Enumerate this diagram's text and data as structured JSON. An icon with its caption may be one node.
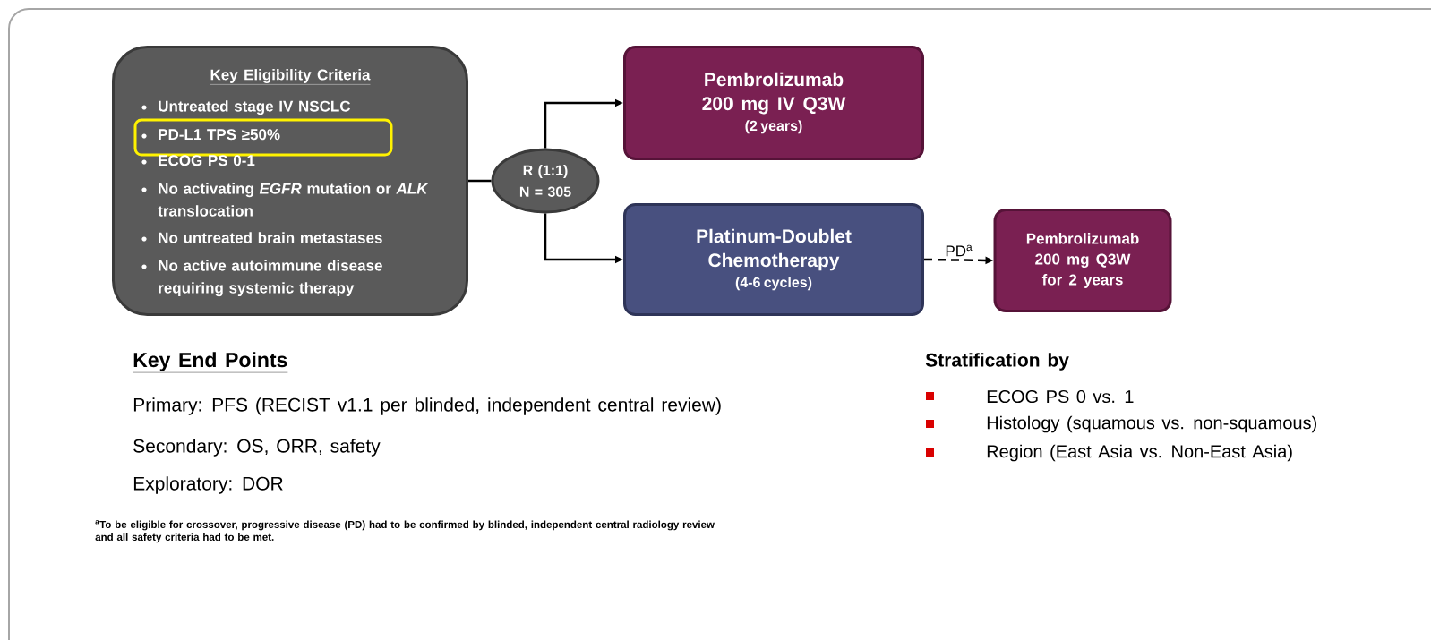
{
  "diagram": {
    "nodes": [
      {
        "text": [
          "Key Eligibility Criteria",
          "Untreated stage IV NSCLC",
          "PD-L1 TPS ≥50%",
          "ECOG PS 0-1",
          "No activating *EGFR* mutation or *ALK* translocation",
          "No untreated brain metastases",
          "No active autoimmune disease requiring systemic therapy"
        ]
      },
      {
        "text": [
          "R (1:1) N = 305"
        ]
      },
      {
        "text": [
          "Pembrolizumab 200 mg IV Q3W",
          "(2 years)"
        ]
      },
      {
        "text": [
          "Platinum-Doublet Chemotherapy",
          "(4-6 cycles)"
        ]
      },
      {
        "text": [
          "Pembrolizumab 200 mg Q3W for 2 years"
        ]
      }
    ],
    "edges": [
      {
        "from": 0,
        "to": 1,
        "arrow": "none"
      },
      {
        "from": 1,
        "to": 2,
        "arrow": "to"
      },
      {
        "from": 1,
        "to": 3,
        "arrow": "to"
      },
      {
        "from": 3,
        "to": 4,
        "arrow": "to",
        "style": "dashed",
        "label": "PD$^{a}$"
      }
    ],
    "labels": [
      "Key End Points",
      "Primary: PFS (RECIST v1.1 per blinded, independent central review)",
      "Secondary: OS, ORR, safety",
      "Exploratory: DOR",
      "$^{a}$To be eligible for crossover, progressive disease (PD) had to be confirmed by blinded, independent central radiology review and all safety criteria had to be met.",
      "Stratification by",
      "ECOG PS 0 vs. 1",
      "Histology (squamous vs. non-squamous)",
      "Region (East Asia vs. Non-East Asia)"
    ]
  }
}
